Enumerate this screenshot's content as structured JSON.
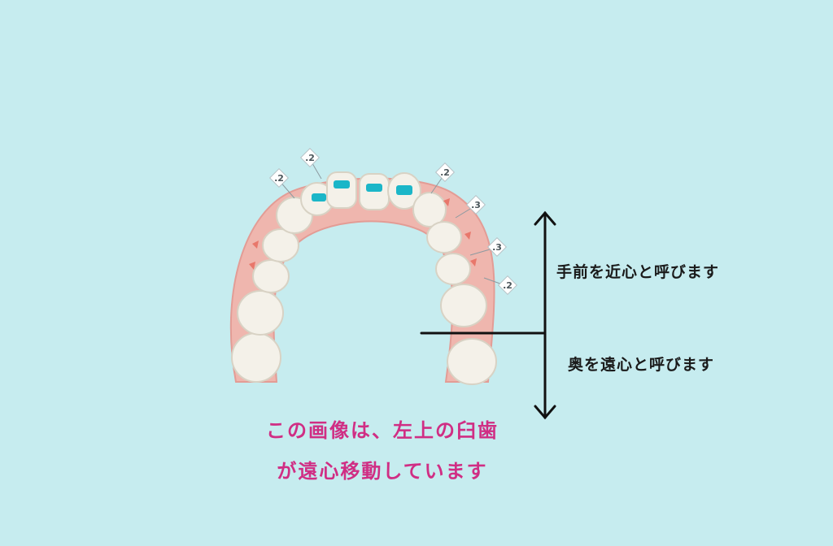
{
  "annotations": {
    "mesial_label": "手前を近心と呼びます",
    "distal_label": "奥を遠心と呼びます"
  },
  "caption": {
    "line1": "この画像は、左上の臼歯",
    "line2": "が遠心移動しています"
  },
  "tooth_tags": [
    ".2",
    ".2",
    ".2",
    ".3",
    ".3",
    ".2"
  ],
  "colors": {
    "background": "#c6ecef",
    "caption": "#d02e84",
    "attachment": "#1bb6c8",
    "gum": "#efb6ae"
  }
}
